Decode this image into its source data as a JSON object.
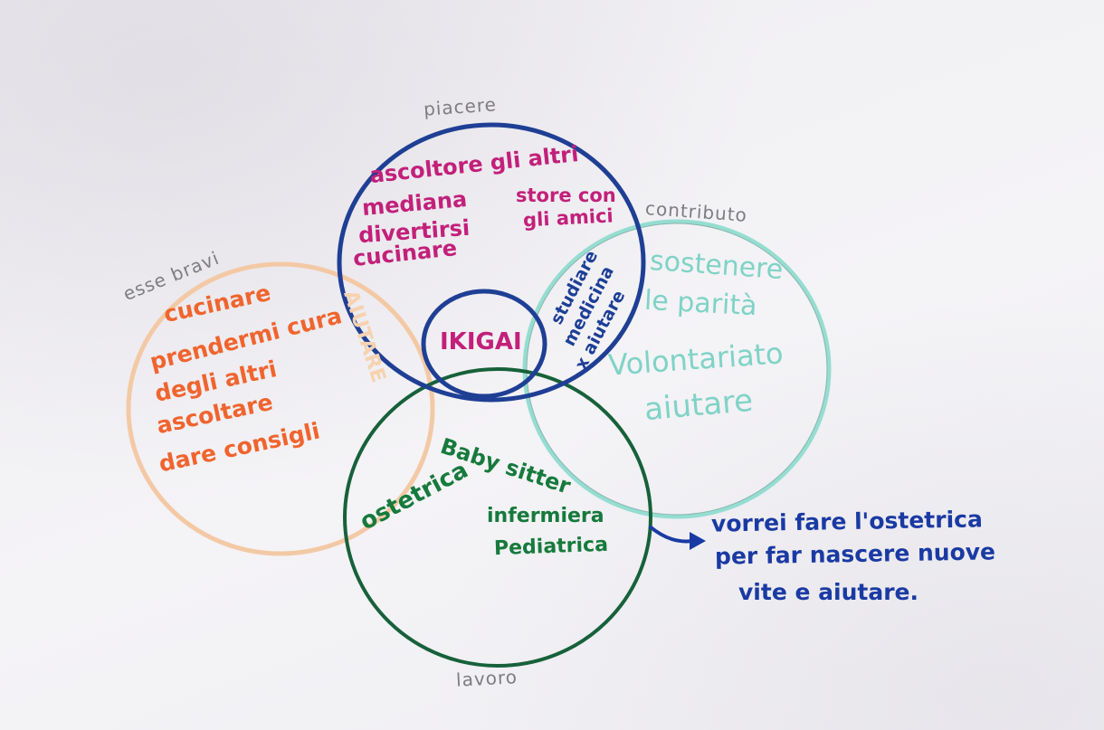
{
  "labels": {
    "piacere": "piacere",
    "contributo": "contributo",
    "esse_bravi": "esse bravi",
    "lavoro": "lavoro"
  },
  "center": {
    "ikigai": "IKIGAI"
  },
  "piacere_items": [
    "ascoltore gli altri",
    "mediana",
    "store con",
    "gli amici",
    "divertirsi",
    "cucinare"
  ],
  "bravi_items": [
    "cucinare",
    "prendermi cura",
    "degli altri",
    "ascoltare",
    "dare consigli"
  ],
  "overlap_bravi_piacere": "AIUTARE",
  "overlap_piacere_contributo": [
    "studiare",
    "medicina",
    "x aiutare"
  ],
  "contributo_items": [
    "sostenere",
    "le parità",
    "Volontariato",
    "aiutare"
  ],
  "lavoro_items": [
    "Baby sitter",
    "ostetrica",
    "infermiera",
    "Pediatrica"
  ],
  "note": [
    "vorrei fare l'ostetrica",
    "per far nascere nuove",
    "vite e aiutare."
  ],
  "colors": {
    "piacere_circle": "#1f3f95",
    "bravi_circle": "#f3c7a0",
    "contributo_circle": "#8fdccf",
    "lavoro_circle": "#17613a",
    "ikigai_circle": "#1f3f95",
    "pencil": "#7d7d82"
  }
}
